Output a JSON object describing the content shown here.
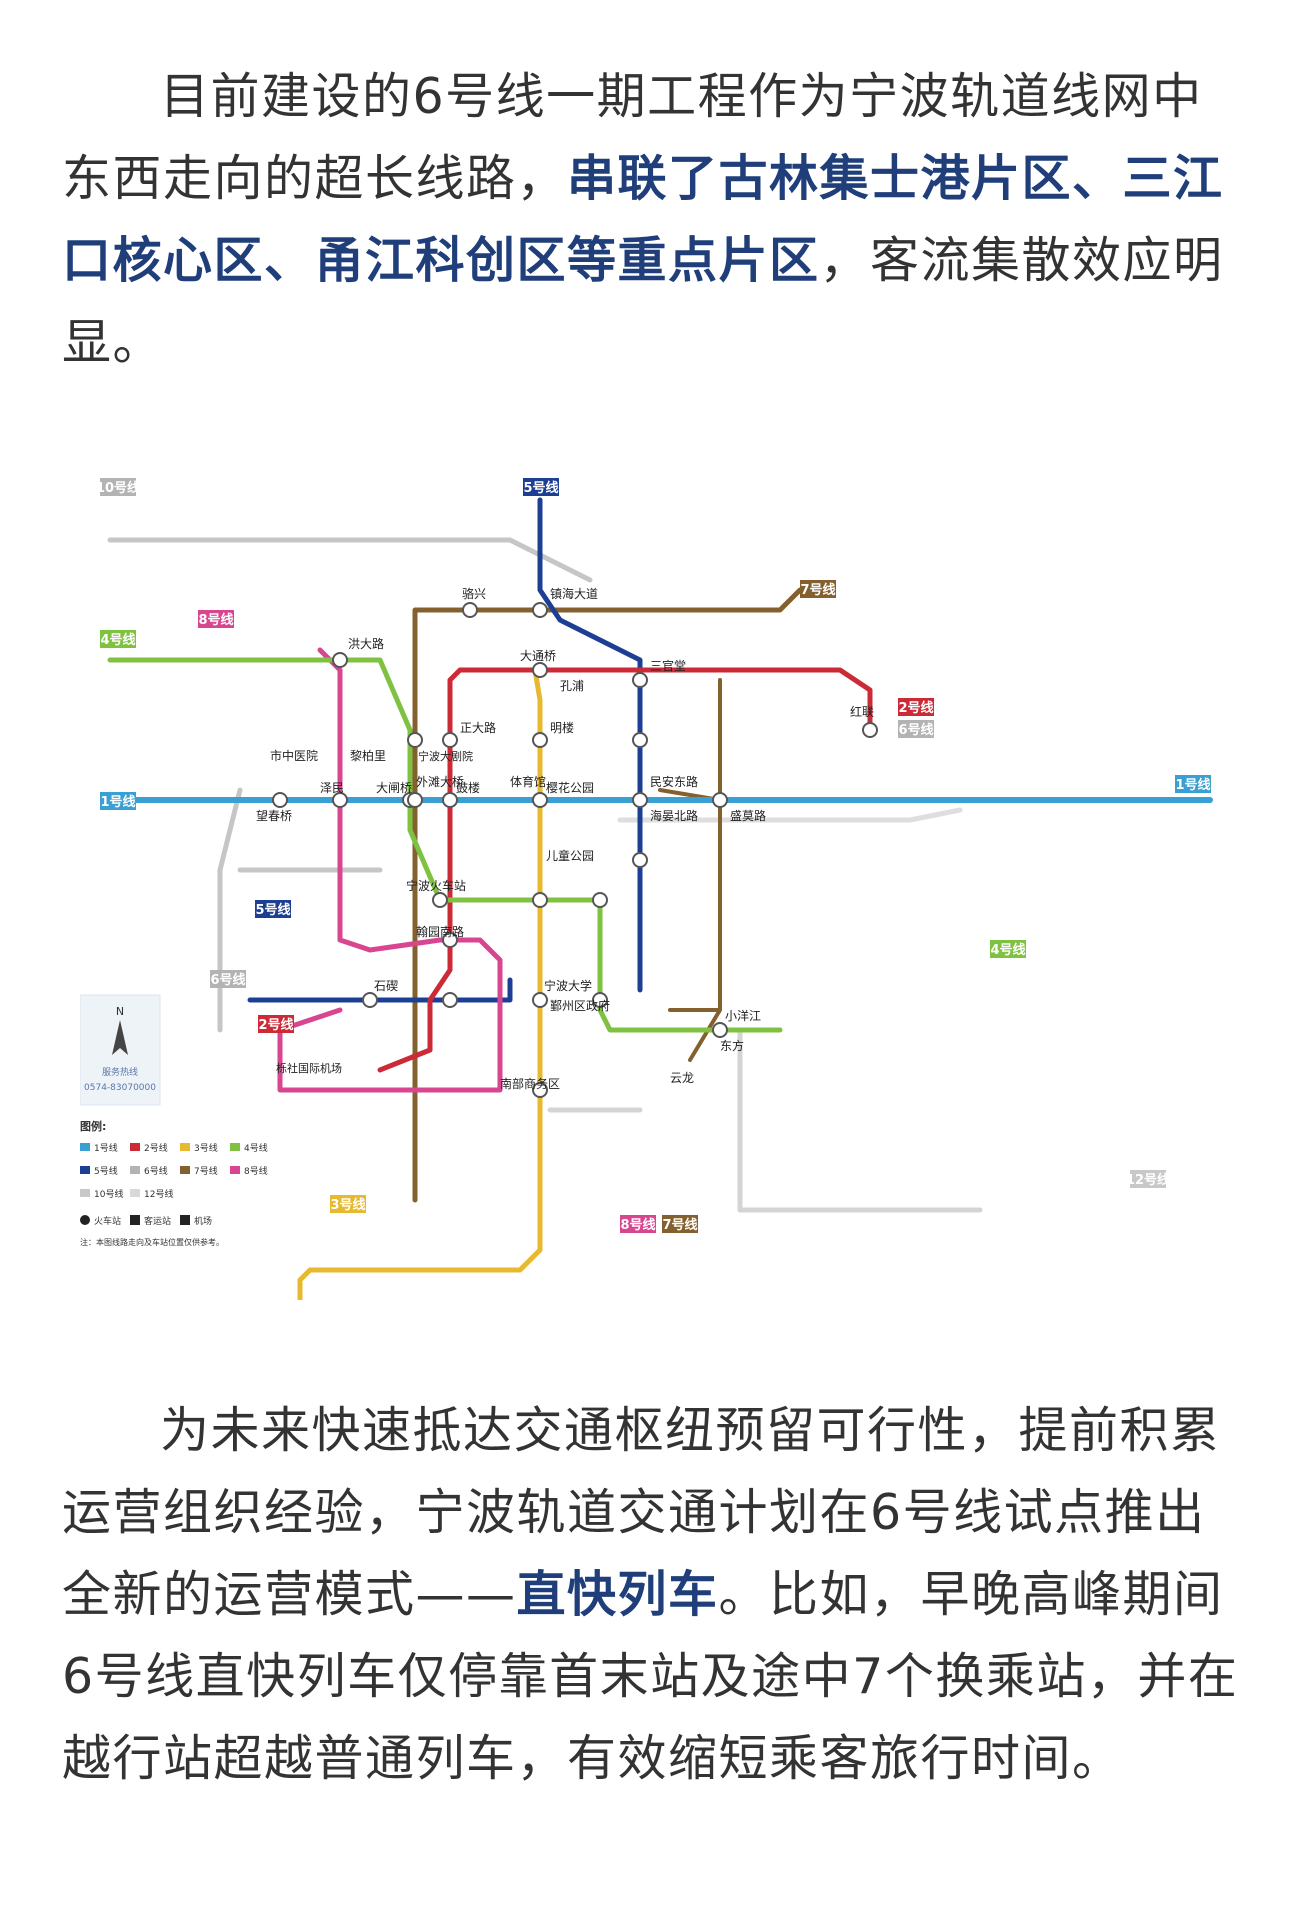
{
  "paragraph1": {
    "t1": "目前建设的6号线一期工程作为宁波轨道线网中东西走向的超长线路，",
    "t2": "串联了古林集士港片区、三江口核心区、甬江科创区等重点片区",
    "t3": "，客流集散效应明显。"
  },
  "paragraph2": {
    "t1": "为未来快速抵达交通枢纽预留可行性，提前积累运营组织经验，宁波轨道交通计划在6号线试点推出全新的运营模式——",
    "t2": "直快列车",
    "t3": "。比如，早晚高峰期间6号线直快列车仅停靠首末站及途中7个换乘站，并在越行站超越普通列车，有效缩短乘客旅行时间。"
  },
  "map": {
    "line_badges": {
      "l10": "10号线",
      "l5": "5号线",
      "l7": "7号线",
      "l8": "8号线",
      "l4": "4号线",
      "l2": "2号线",
      "l6": "6号线",
      "l1": "1号线",
      "l1b": "1号线",
      "l5b": "5号线",
      "l4b": "4号线",
      "l2b": "2号线",
      "l6b": "6号线",
      "l3": "3号线",
      "l8b": "8号线",
      "l7b": "7号线",
      "l12": "12号线"
    },
    "stations": {
      "s1": "骆兴",
      "s2": "镇海大道",
      "s3": "洪大路",
      "s4": "大通桥",
      "s5": "孔浦",
      "s6": "三官堂",
      "s7": "红联",
      "s8": "正大路",
      "s9": "明楼",
      "s10": "宁波大剧院",
      "s11": "外滩大桥",
      "s12": "体育馆",
      "s13": "民安东路",
      "s14": "大闸桥",
      "s15": "鼓楼",
      "s16": "樱花公园",
      "s17": "泽民",
      "s18": "望春桥",
      "s19": "宁波火车站",
      "s20": "儿童公园",
      "s21": "海晏北路",
      "s22": "盛莫路",
      "s23": "石碶",
      "s24": "翰园南路",
      "s25": "宁波大学",
      "s26": "鄞州区政府",
      "s27": "南部商务区",
      "s28": "市中医院",
      "s29": "黎柏里",
      "s30": "小洋江",
      "s31": "栎社国际机场",
      "s32": "东方",
      "s33": "云龙"
    },
    "legend": {
      "title": "图例:",
      "items": [
        "1号线",
        "2号线",
        "3号线",
        "4号线",
        "5号线",
        "6号线",
        "7号线",
        "8号线",
        "10号线",
        "12号线"
      ],
      "rail": "火车站",
      "coach": "客运站",
      "airport": "机场",
      "note": "注：本图线路走向及车站位置仅供参考。",
      "hotline_title": "服务热线",
      "hotline": "0574-83070000"
    },
    "colors": {
      "l1": "#3a9fd3",
      "l2": "#cc2a36",
      "l3": "#e6b92e",
      "l4": "#7fc241",
      "l5": "#1c3f94",
      "l6": "#b3b3b3",
      "l7": "#84602f",
      "l8": "#d94690",
      "l10": "#b3b3b3",
      "l12": "#c8c8c8"
    }
  }
}
